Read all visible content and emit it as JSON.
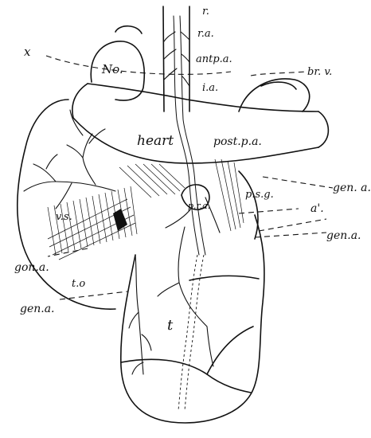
{
  "figure": {
    "labels": {
      "r": "r.",
      "ra": "r.a.",
      "x": "x",
      "no": "No.",
      "antpa": "antp.a.",
      "brv": "br. v.",
      "ia": "i.a.",
      "heart": "heart",
      "postpa": "post.p.a.",
      "gena_right": "gen. a.",
      "psg": "p.s.g.",
      "aprime": "a'.",
      "pra": "p.r.a.",
      "vs": "v.s.",
      "gena_right2": "gen.a.",
      "gona": "gon.a.",
      "to": "t.o",
      "gena_left": "gen.a.",
      "t": "t"
    }
  }
}
